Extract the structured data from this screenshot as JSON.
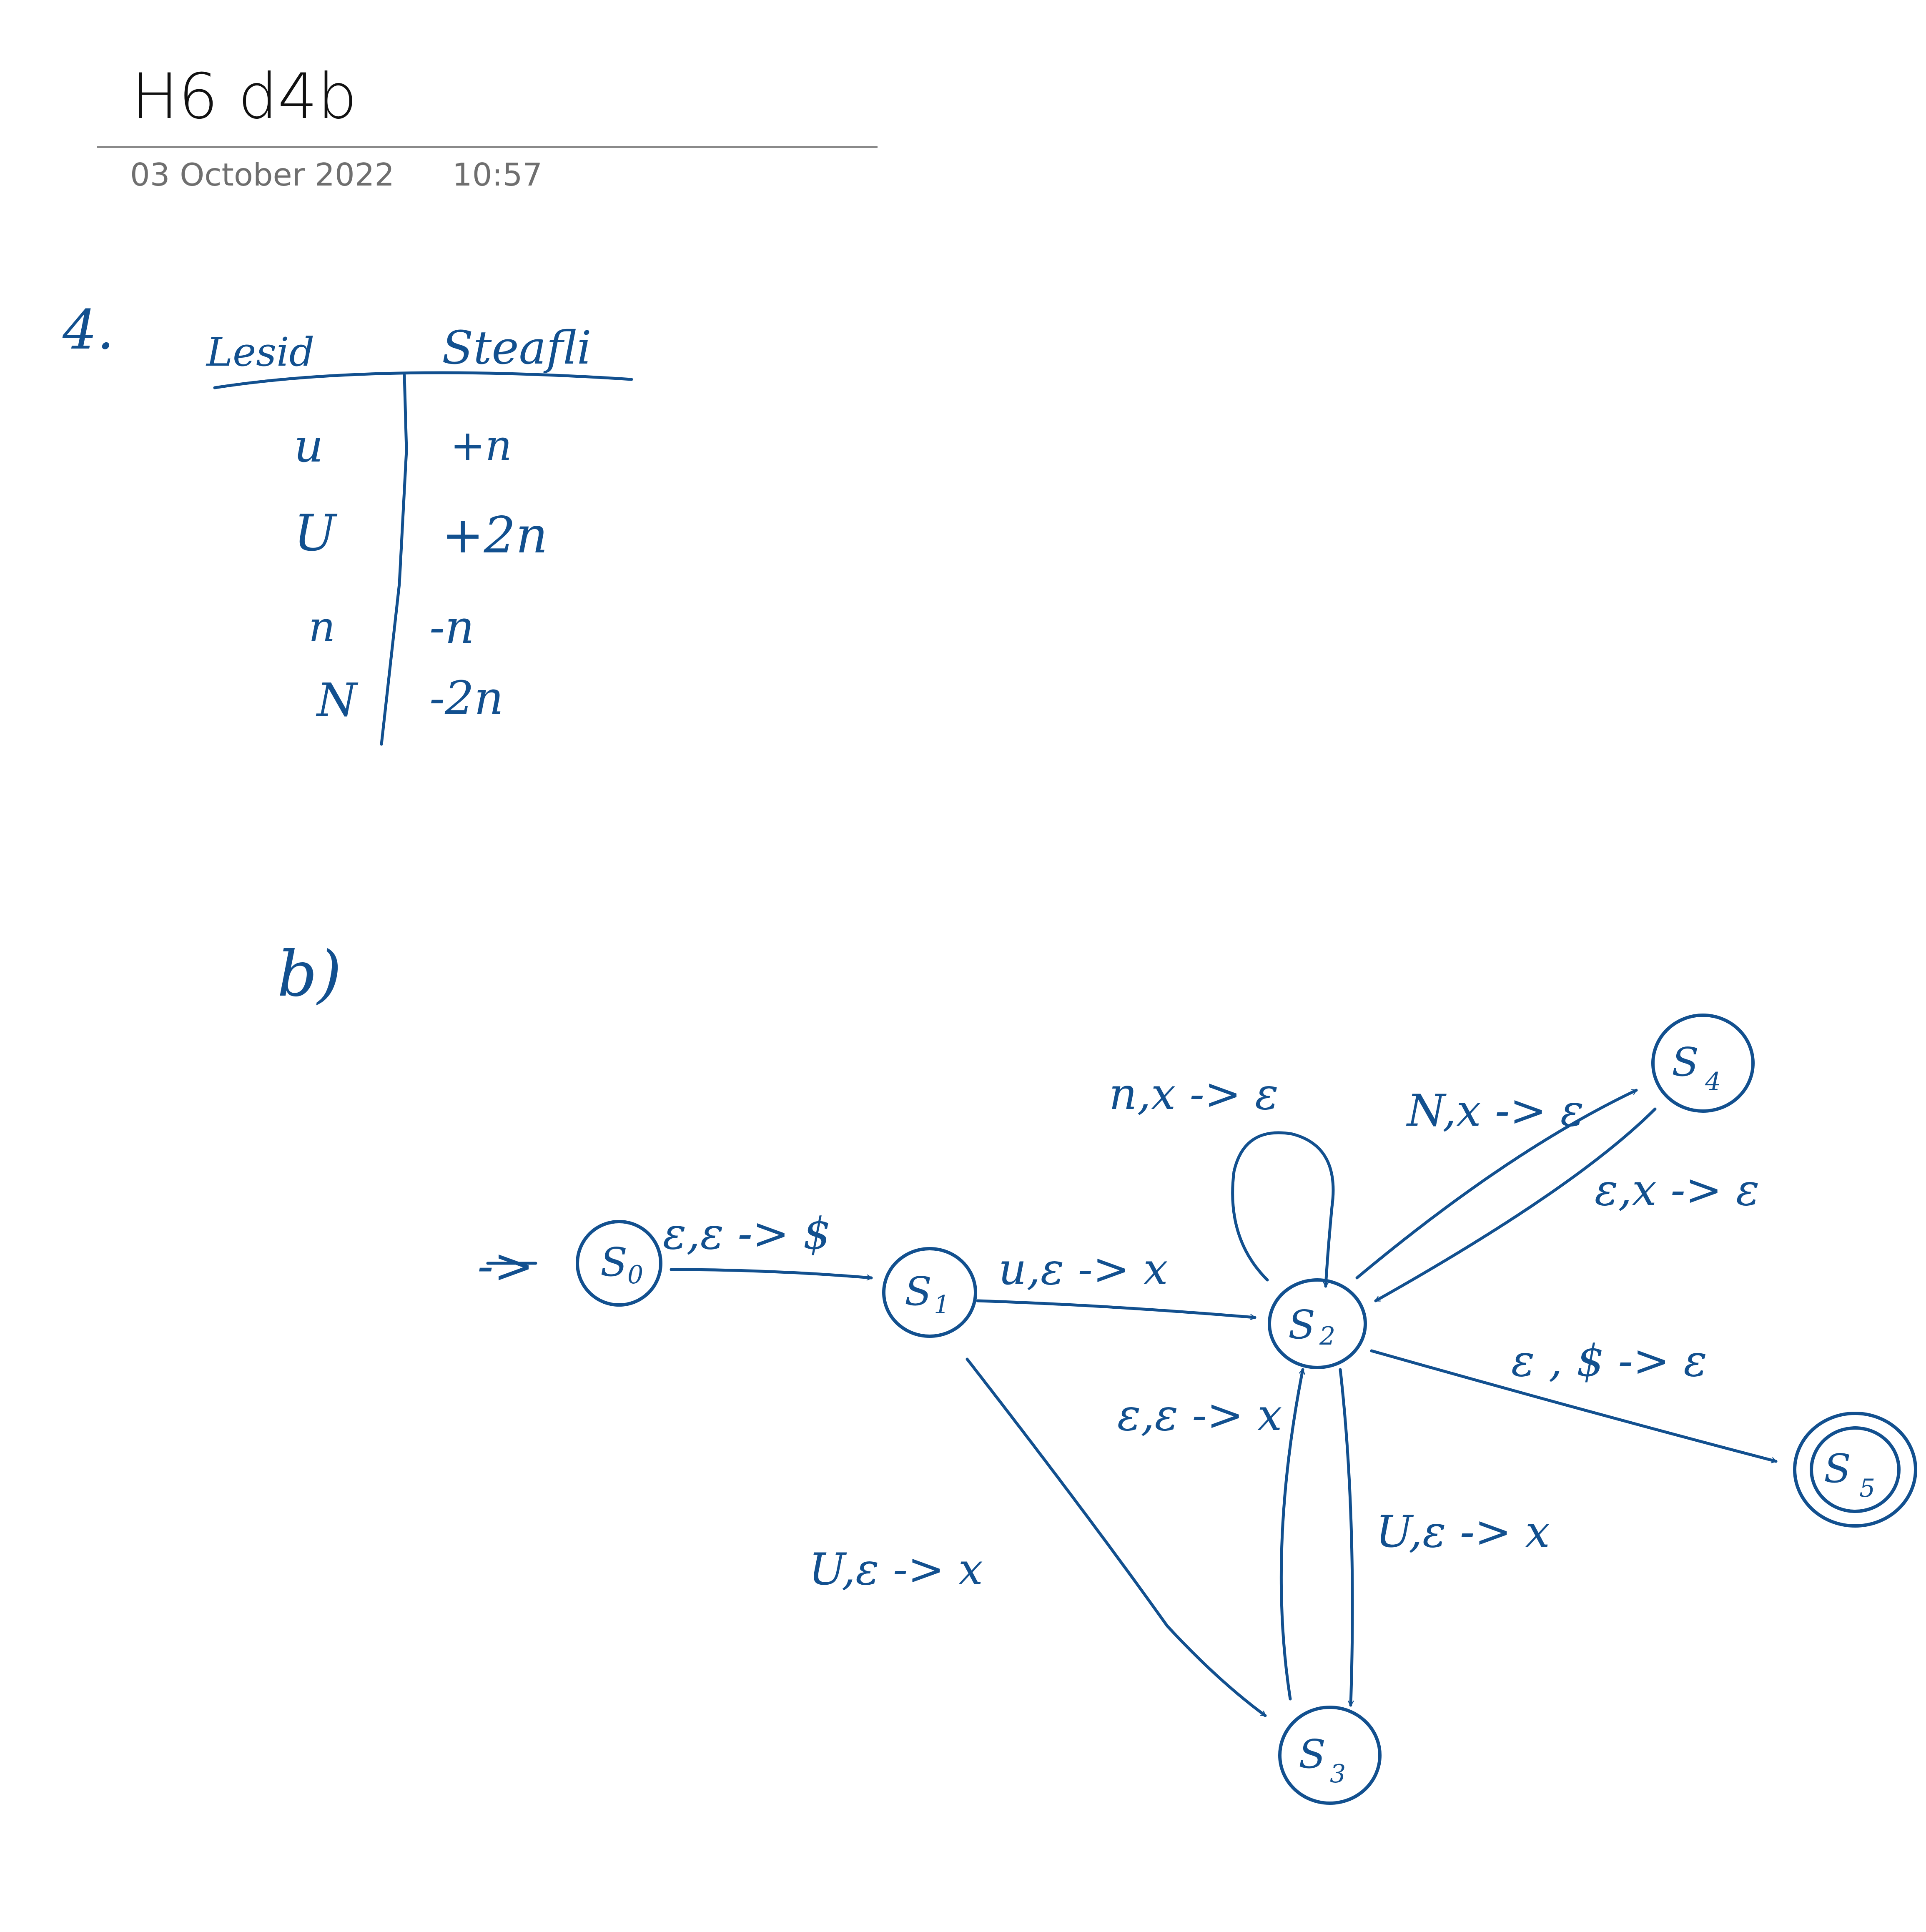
{
  "page": {
    "title": "H6 d4b",
    "date": "03 October 2022",
    "time": "10:57"
  },
  "section_4": {
    "number": "4.",
    "table": {
      "headers": [
        "Lesid",
        "Steafli"
      ],
      "rows": [
        {
          "lesid": "u",
          "steafli": "+n"
        },
        {
          "lesid": "U",
          "steafli": "+2n"
        },
        {
          "lesid": "n",
          "steafli": "-n"
        },
        {
          "lesid": "N",
          "steafli": "-2n"
        }
      ]
    }
  },
  "section_b": {
    "label": "b)",
    "start_arrow": "->",
    "states": [
      {
        "id": "s0",
        "main": "S",
        "sub": "0",
        "accepting": false
      },
      {
        "id": "s1",
        "main": "S",
        "sub": "1",
        "accepting": false
      },
      {
        "id": "s2",
        "main": "S",
        "sub": "2",
        "accepting": false
      },
      {
        "id": "s3",
        "main": "S",
        "sub": "3",
        "accepting": false
      },
      {
        "id": "s4",
        "main": "S",
        "sub": "4",
        "accepting": false
      },
      {
        "id": "s5",
        "main": "S",
        "sub": "5",
        "accepting": true
      }
    ],
    "transitions": [
      {
        "from": "s0",
        "to": "s1",
        "label": "ε,ε -> $"
      },
      {
        "from": "s1",
        "to": "s2",
        "label": "u,ε -> x"
      },
      {
        "from": "s1",
        "to": "s3",
        "label": "U,ε -> x"
      },
      {
        "from": "s2",
        "to": "s2",
        "label": "n,x -> ε"
      },
      {
        "from": "s2",
        "to": "s4",
        "label": "N,x -> ε"
      },
      {
        "from": "s4",
        "to": "s2",
        "label": "ε,x -> ε"
      },
      {
        "from": "s2",
        "to": "s5",
        "label": "ε , $ -> ε"
      },
      {
        "from": "s2",
        "to": "s3",
        "label": "U,ε -> x"
      },
      {
        "from": "s3",
        "to": "s2",
        "label": "ε,ε -> x"
      }
    ]
  }
}
